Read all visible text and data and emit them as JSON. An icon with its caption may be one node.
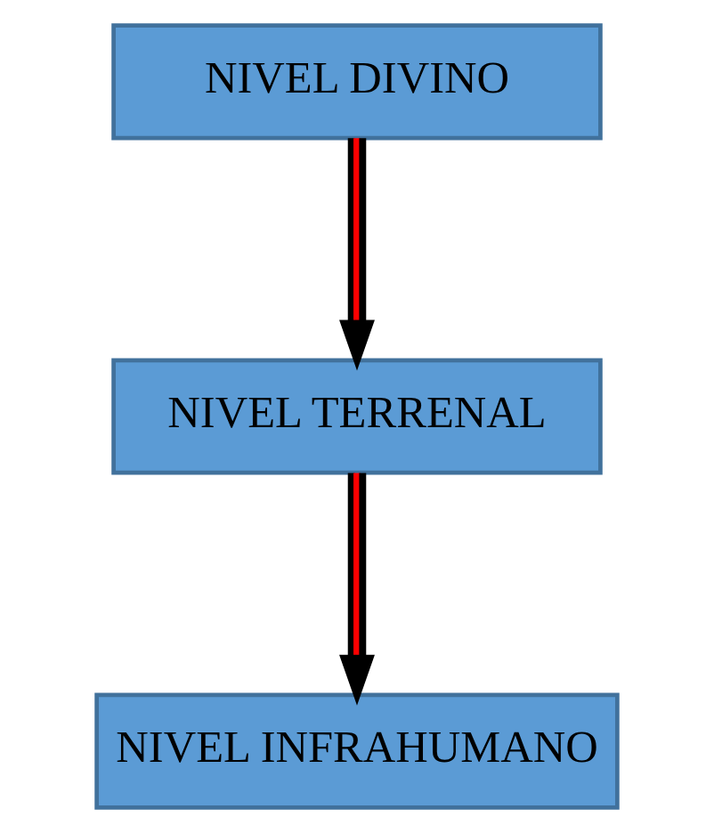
{
  "diagram": {
    "nodes": [
      {
        "text": [
          "NIVEL DIVINO"
        ]
      },
      {
        "text": [
          "NIVEL TERRENAL"
        ]
      },
      {
        "text": [
          "NIVEL INFRAHUMANO"
        ]
      }
    ],
    "edges": [
      {
        "from": 0,
        "to": 1,
        "arrow": "to"
      },
      {
        "from": 1,
        "to": 2,
        "arrow": "to"
      }
    ]
  }
}
